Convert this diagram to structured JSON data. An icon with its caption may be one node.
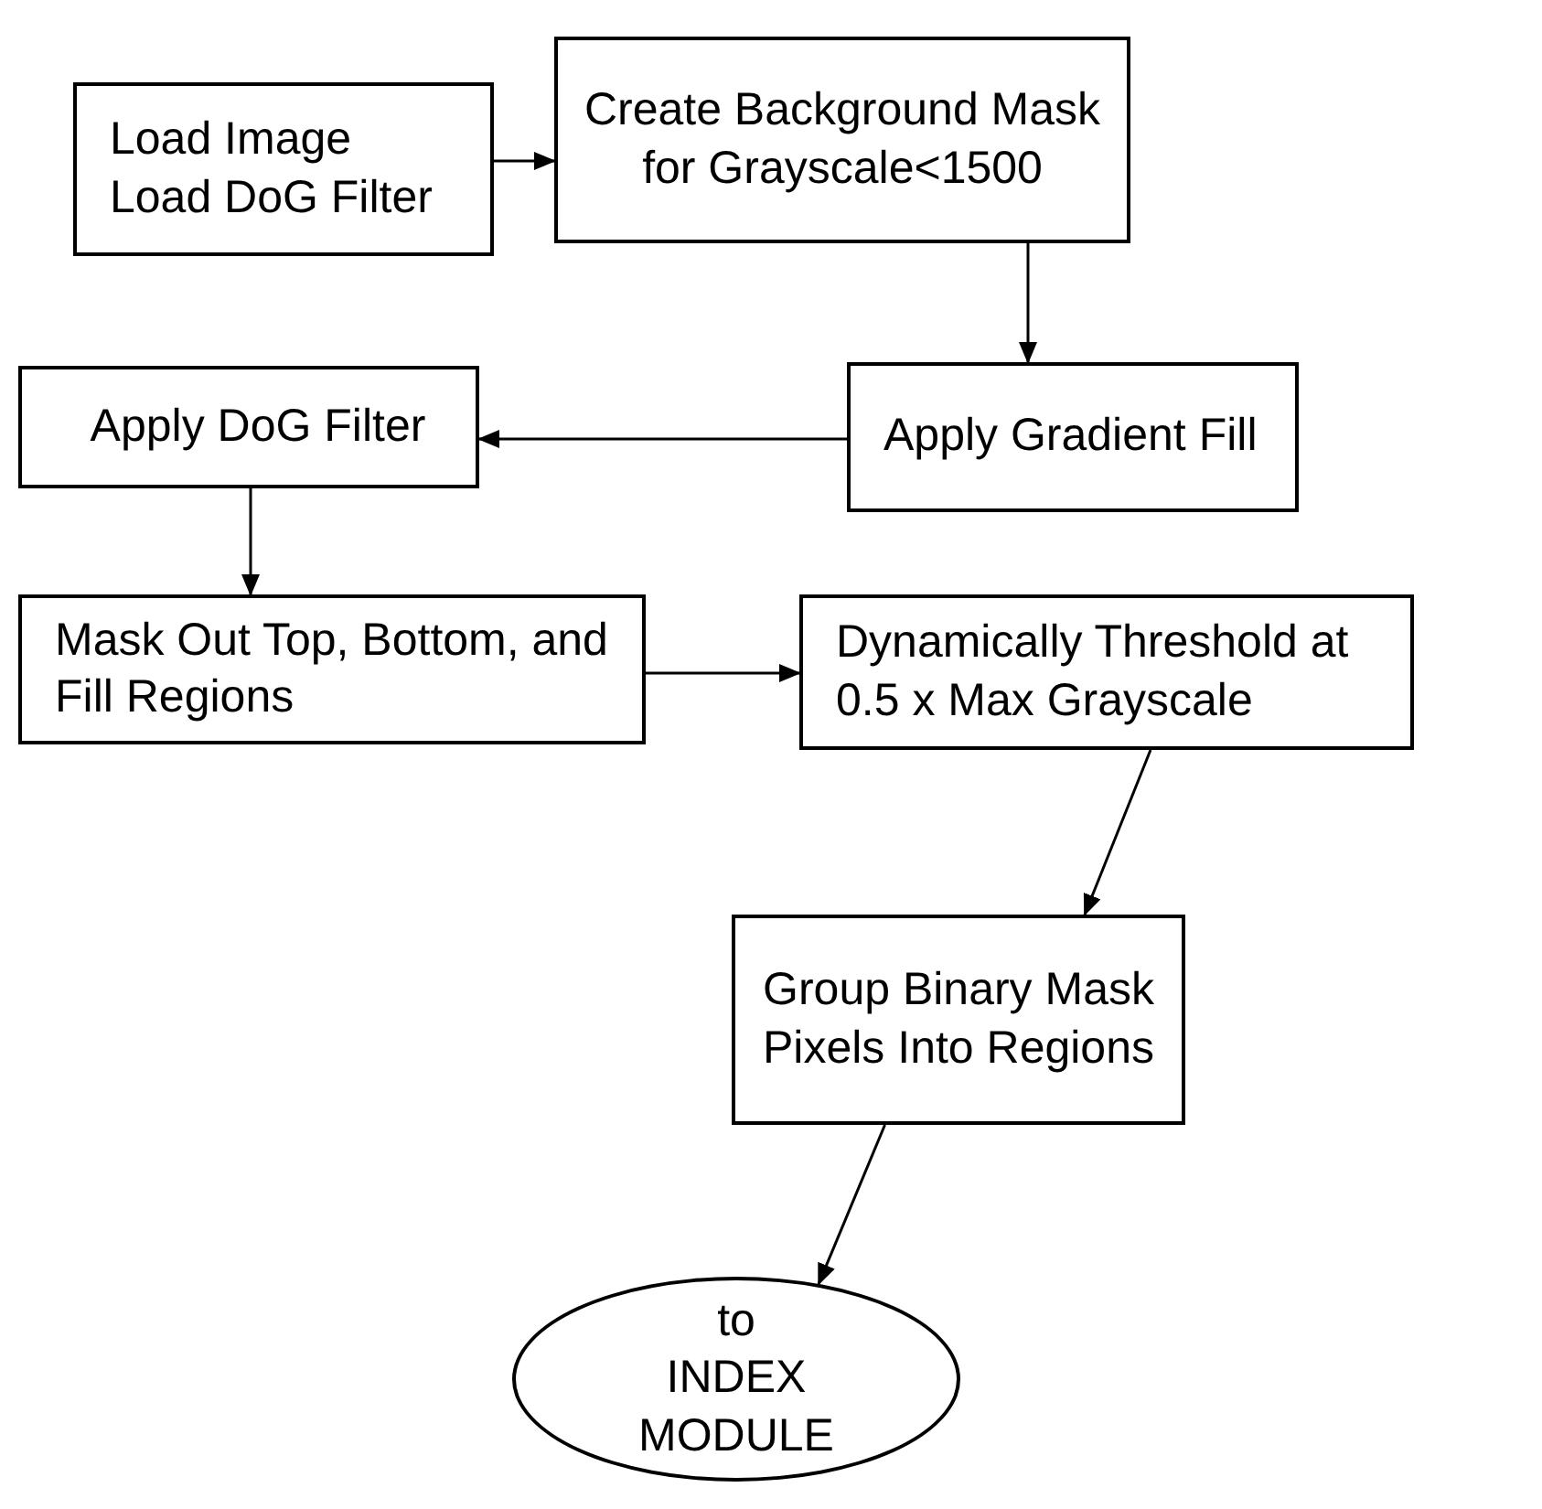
{
  "diagram": {
    "nodes": [
      {
        "text": [
          "Load Image",
          "Load DoG Filter"
        ]
      },
      {
        "text": [
          "Create Background Mask for Grayscale<1500"
        ]
      },
      {
        "text": [
          "Apply Gradient Fill"
        ]
      },
      {
        "text": [
          "Apply DoG Filter"
        ]
      },
      {
        "text": [
          "Mask Out Top, Bottom, and Fill Regions"
        ]
      },
      {
        "text": [
          "Dynamically Threshold at 0.5 x Max Grayscale"
        ]
      },
      {
        "text": [
          "Group Binary Mask Pixels Into Regions"
        ]
      },
      {
        "text": [
          "to",
          "INDEX MODULE"
        ]
      }
    ],
    "edges": [
      {
        "from": 0,
        "to": 1,
        "arrow": "to"
      },
      {
        "from": 1,
        "to": 2,
        "arrow": "to"
      },
      {
        "from": 2,
        "to": 3,
        "arrow": "to"
      },
      {
        "from": 3,
        "to": 4,
        "arrow": "to"
      },
      {
        "from": 4,
        "to": 5,
        "arrow": "to"
      },
      {
        "from": 5,
        "to": 6,
        "arrow": "to"
      },
      {
        "from": 6,
        "to": 7,
        "arrow": "to"
      }
    ]
  }
}
